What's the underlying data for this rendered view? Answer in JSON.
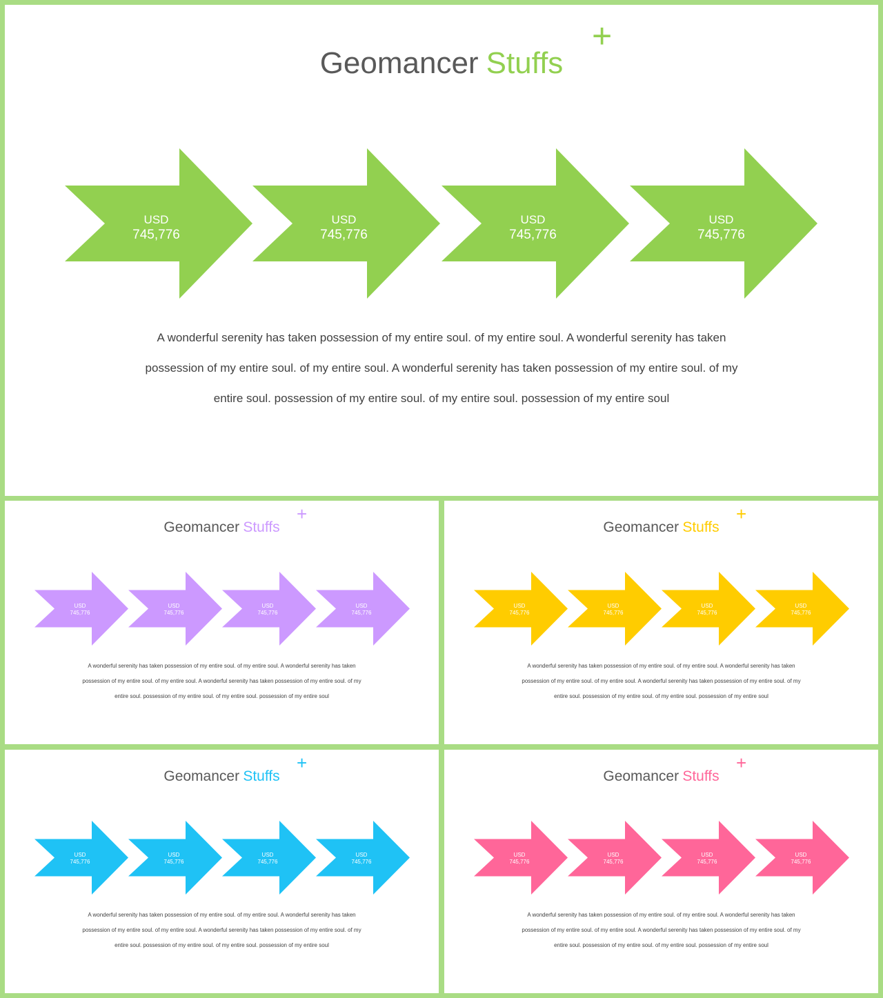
{
  "colors": {
    "frame": "#a9dc84",
    "title_gray": "#595959",
    "green": "#92d050",
    "purple": "#cc99ff",
    "yellow": "#ffcc00",
    "blue": "#1fc2f5",
    "pink": "#ff6699"
  },
  "slides": {
    "main": {
      "title_main": "Geomancer",
      "title_accent": "Stuffs",
      "plus": "+",
      "arrows": [
        {
          "currency": "USD",
          "value": "745,776"
        },
        {
          "currency": "USD",
          "value": "745,776"
        },
        {
          "currency": "USD",
          "value": "745,776"
        },
        {
          "currency": "USD",
          "value": "745,776"
        }
      ],
      "body_lines": [
        "A wonderful serenity has taken  possession of my entire soul. of my entire  soul. A wonderful serenity has taken",
        "possession of my entire soul. of my entire soul. A wonderful serenity has taken possession of my entire soul. of my",
        "entire soul. possession of my entire soul. of my entire  soul. possession of my entire soul"
      ]
    },
    "purple": {
      "title_main": "Geomancer",
      "title_accent": "Stuffs",
      "plus": "+",
      "arrows": [
        {
          "currency": "USD",
          "value": "745,776"
        },
        {
          "currency": "USD",
          "value": "745,776"
        },
        {
          "currency": "USD",
          "value": "745,776"
        },
        {
          "currency": "USD",
          "value": "745,776"
        }
      ],
      "body_lines": [
        "A wonderful serenity has taken  possession of my entire soul. of my entire  soul. A wonderful serenity has taken",
        "possession of my entire soul. of my entire soul. A wonderful serenity has taken possession of my entire soul. of my",
        "entire soul. possession of my entire soul. of my entire  soul. possession of my entire soul"
      ]
    },
    "yellow": {
      "title_main": "Geomancer",
      "title_accent": "Stuffs",
      "plus": "+",
      "arrows": [
        {
          "currency": "USD",
          "value": "745,776"
        },
        {
          "currency": "USD",
          "value": "745,776"
        },
        {
          "currency": "USD",
          "value": "745,776"
        },
        {
          "currency": "USD",
          "value": "745,776"
        }
      ],
      "body_lines": [
        "A wonderful serenity has taken  possession of my entire soul. of my entire  soul. A wonderful serenity has taken",
        "possession of my entire soul. of my entire soul. A wonderful serenity has taken possession of my entire soul. of my",
        "entire soul. possession of my entire soul. of my entire  soul. possession of my entire soul"
      ]
    },
    "blue": {
      "title_main": "Geomancer",
      "title_accent": "Stuffs",
      "plus": "+",
      "arrows": [
        {
          "currency": "USD",
          "value": "745,776"
        },
        {
          "currency": "USD",
          "value": "745,776"
        },
        {
          "currency": "USD",
          "value": "745,776"
        },
        {
          "currency": "USD",
          "value": "745,776"
        }
      ],
      "body_lines": [
        "A wonderful serenity has taken  possession of my entire soul. of my entire  soul. A wonderful serenity has taken",
        "possession of my entire soul. of my entire soul. A wonderful serenity has taken possession of my entire soul. of my",
        "entire soul. possession of my entire soul. of my entire  soul. possession of my entire soul"
      ]
    },
    "pink": {
      "title_main": "Geomancer",
      "title_accent": "Stuffs",
      "plus": "+",
      "arrows": [
        {
          "currency": "USD",
          "value": "745,776"
        },
        {
          "currency": "USD",
          "value": "745,776"
        },
        {
          "currency": "USD",
          "value": "745,776"
        },
        {
          "currency": "USD",
          "value": "745,776"
        }
      ],
      "body_lines": [
        "A wonderful serenity has taken  possession of my entire soul. of my entire  soul. A wonderful serenity has taken",
        "possession of my entire soul. of my entire soul. A wonderful serenity has taken possession of my entire soul. of my",
        "entire soul. possession of my entire soul. of my entire  soul. possession of my entire soul"
      ]
    }
  }
}
